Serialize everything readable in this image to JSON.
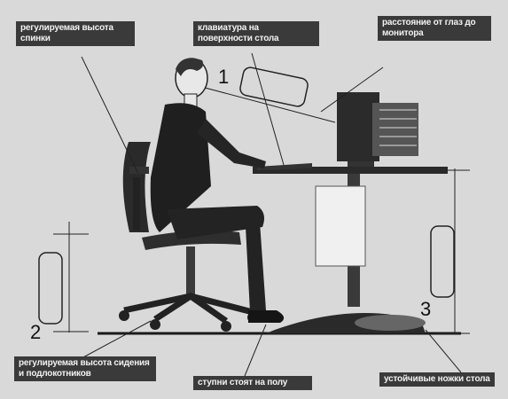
{
  "labels": {
    "backrest": "регулируемая высота спинки",
    "keyboard": "клавиатура на поверхности стола",
    "monitor": "расстояние от глаз до монитора",
    "seat": "регулируемая высота сидения и подлокотников",
    "feet": "ступни стоят на полу",
    "legs": "устойчивые ножки стола"
  },
  "markers": {
    "m1": "1",
    "m2": "2",
    "m3": "3"
  },
  "colors": {
    "background": "#d9d9d9",
    "label_bg": "#3a3a3a",
    "ink": "#1a1a1a"
  }
}
